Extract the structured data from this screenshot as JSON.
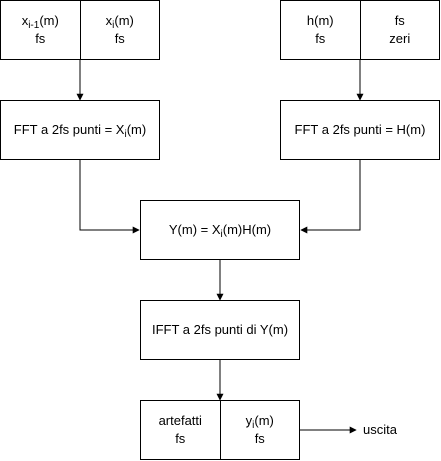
{
  "input_block": {
    "left": {
      "var": "x",
      "sub": "i-1",
      "arg": "(m)",
      "line2": "fs"
    },
    "right": {
      "var": "x",
      "sub": "i",
      "arg": "(m)",
      "line2": "fs"
    }
  },
  "filter_block": {
    "left": {
      "line1": "h(m)",
      "line2": "fs"
    },
    "right": {
      "line1": "fs",
      "line2": "zeri"
    }
  },
  "fft_x": {
    "prefix": "FFT a 2fs punti = X",
    "sub": "i",
    "suffix": "(m)"
  },
  "fft_h": {
    "label": "FFT a 2fs punti = H(m)"
  },
  "product": {
    "prefix": "Y(m) = X",
    "sub": "i",
    "suffix": "(m)H(m)"
  },
  "ifft": {
    "label": "IFFT a 2fs punti di Y(m)"
  },
  "output_block": {
    "left": {
      "line1": "artefatti",
      "line2": "fs"
    },
    "right": {
      "var": "y",
      "sub": "i",
      "arg": "(m)",
      "line2": "fs"
    }
  },
  "output_label": "uscita"
}
